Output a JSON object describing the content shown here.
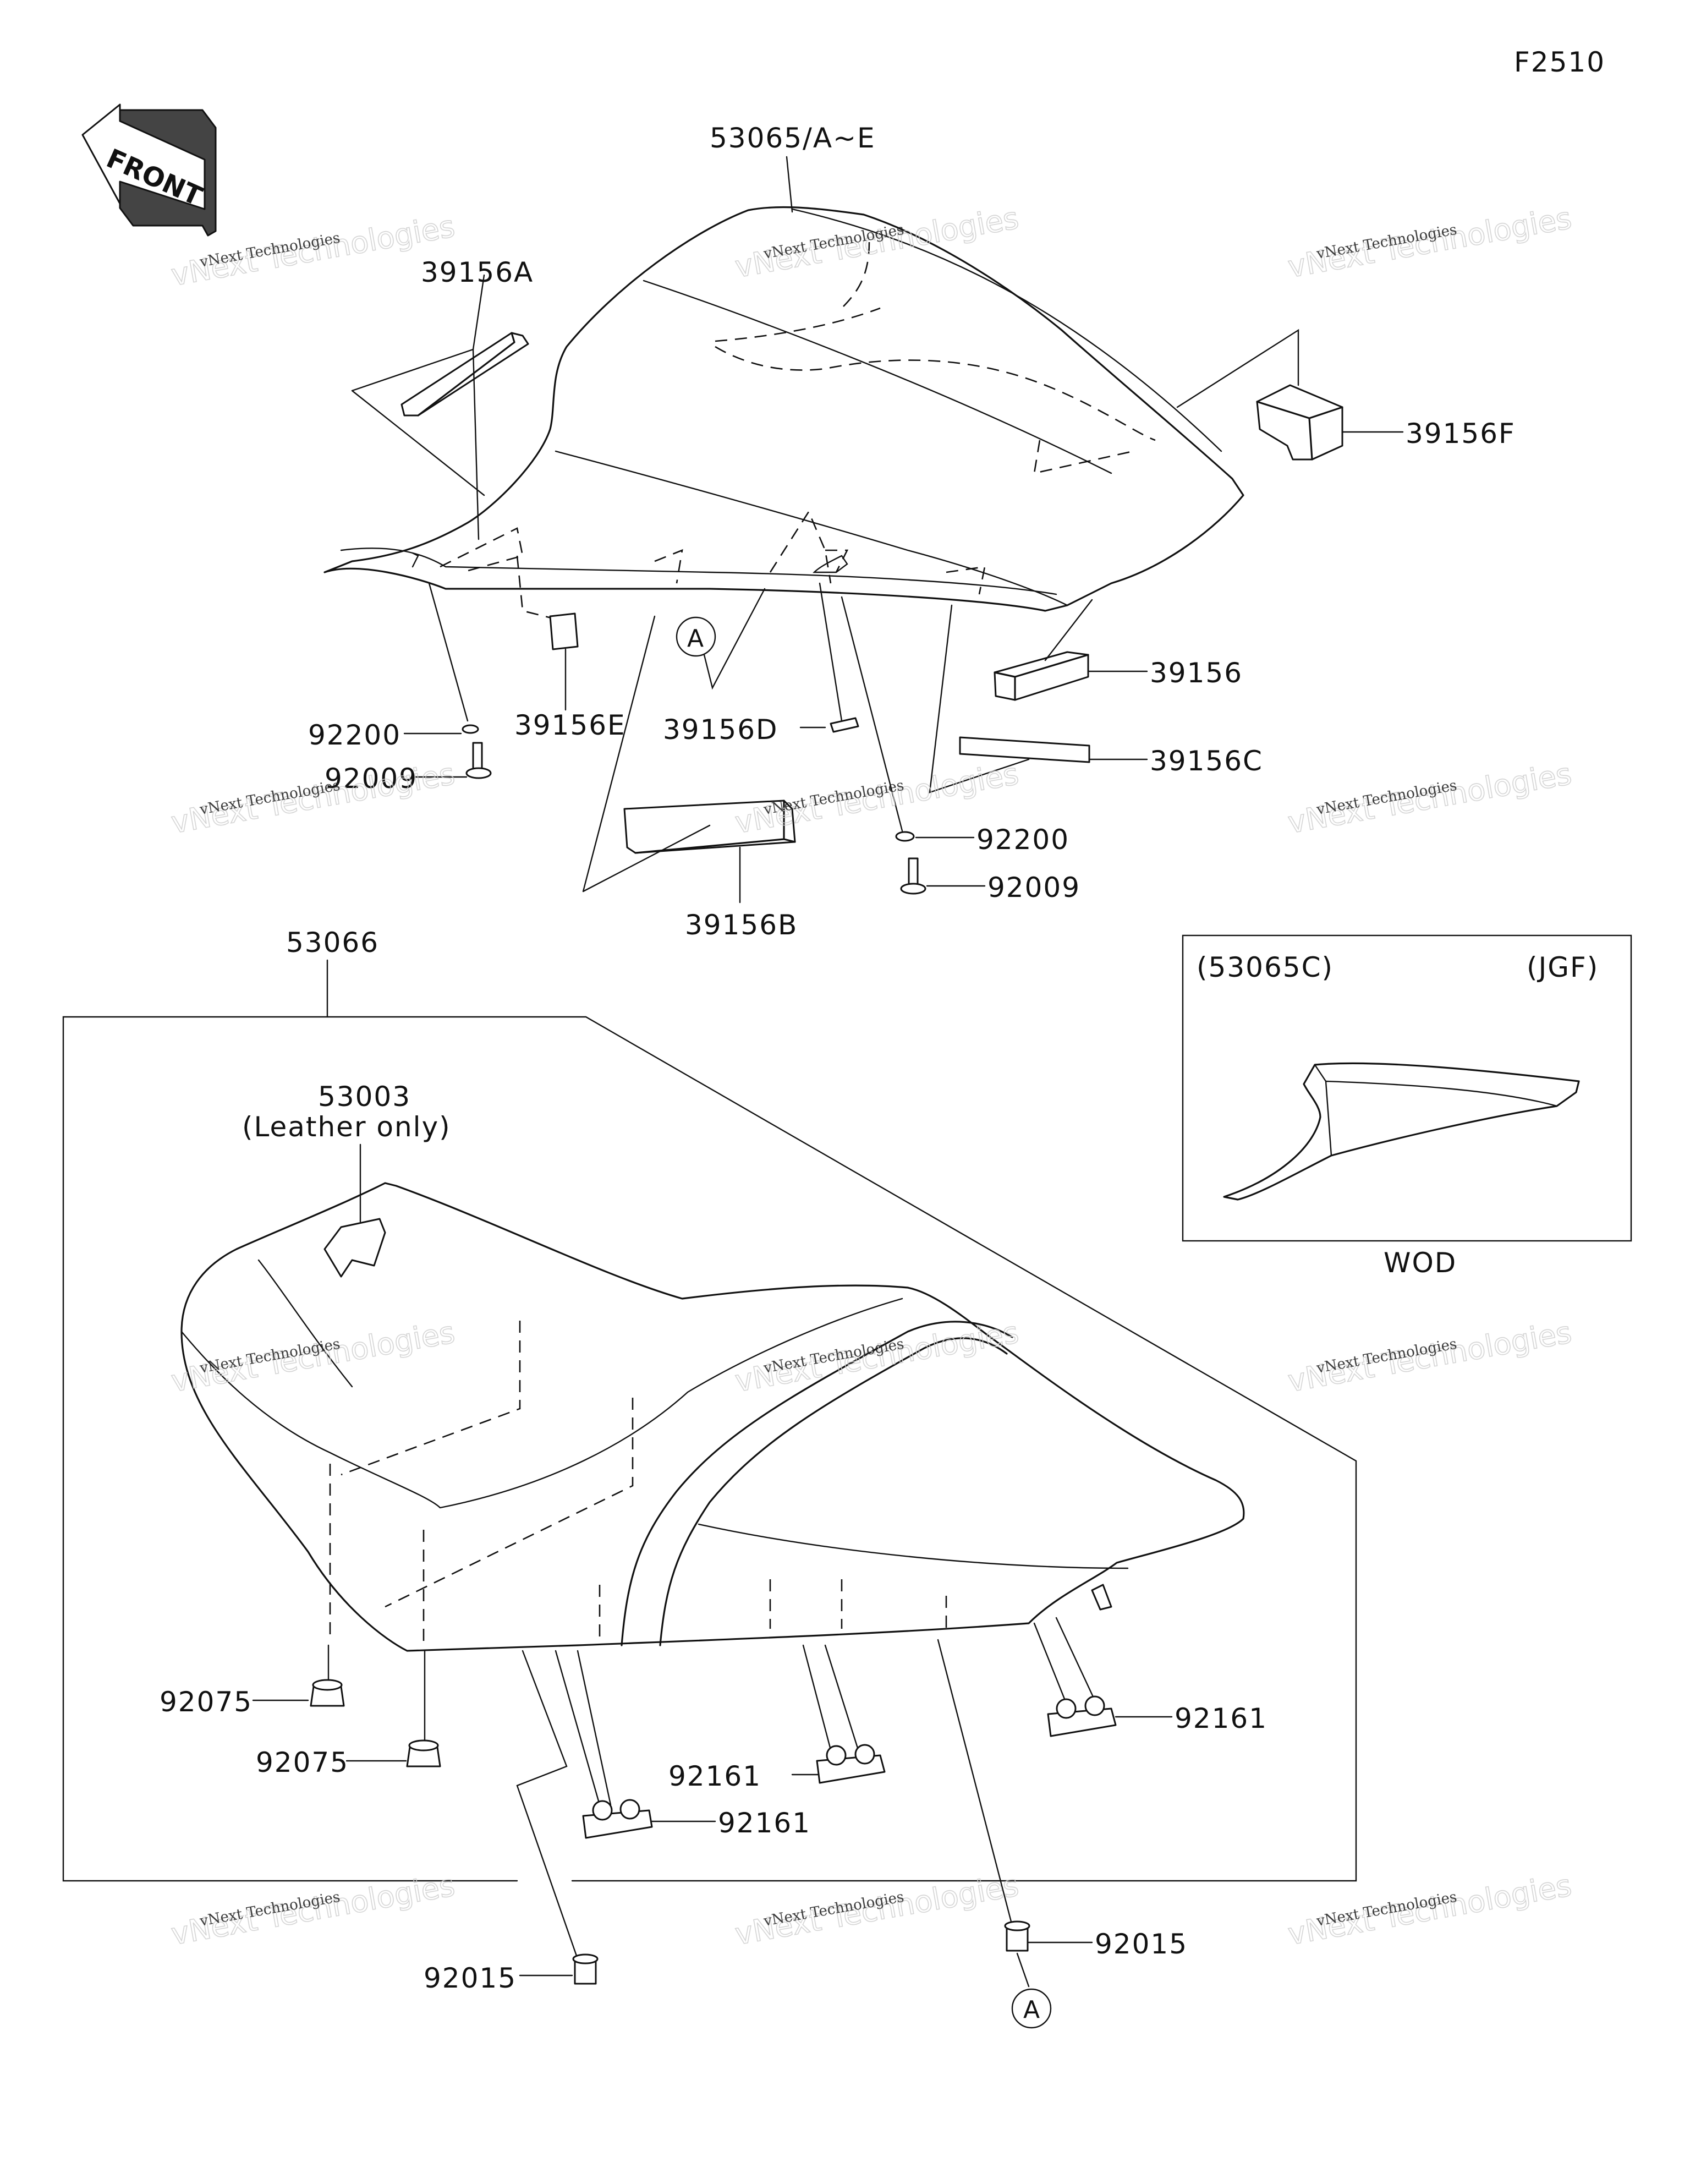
{
  "figure_code": "F2510",
  "front_arrow_label": "FRONT",
  "labels": {
    "seat_cover": "53065/A~E",
    "pad_39156A": "39156A",
    "pad_39156F": "39156F",
    "pad_39156": "39156",
    "pad_39156C": "39156C",
    "pad_39156E": "39156E",
    "pad_39156D": "39156D",
    "pad_39156B": "39156B",
    "washer_top_left": "92200",
    "bolt_top_left": "92009",
    "washer_top_right": "92200",
    "bolt_top_right": "92009",
    "seat_assembly": "53066",
    "badge": "53003",
    "badge_note": "(Leather only)",
    "damper_1": "92075",
    "damper_2": "92075",
    "stopper_center": "92161",
    "stopper_right": "92161",
    "stopper_left": "92161",
    "collar_left": "92015",
    "collar_right": "92015",
    "ref_a": "A"
  },
  "inset": {
    "model": "(53065C)",
    "code": "(JGF)",
    "caption": "WOD"
  },
  "watermark": {
    "line1": "vNext Technologies",
    "line2": "vNext Technologies"
  }
}
